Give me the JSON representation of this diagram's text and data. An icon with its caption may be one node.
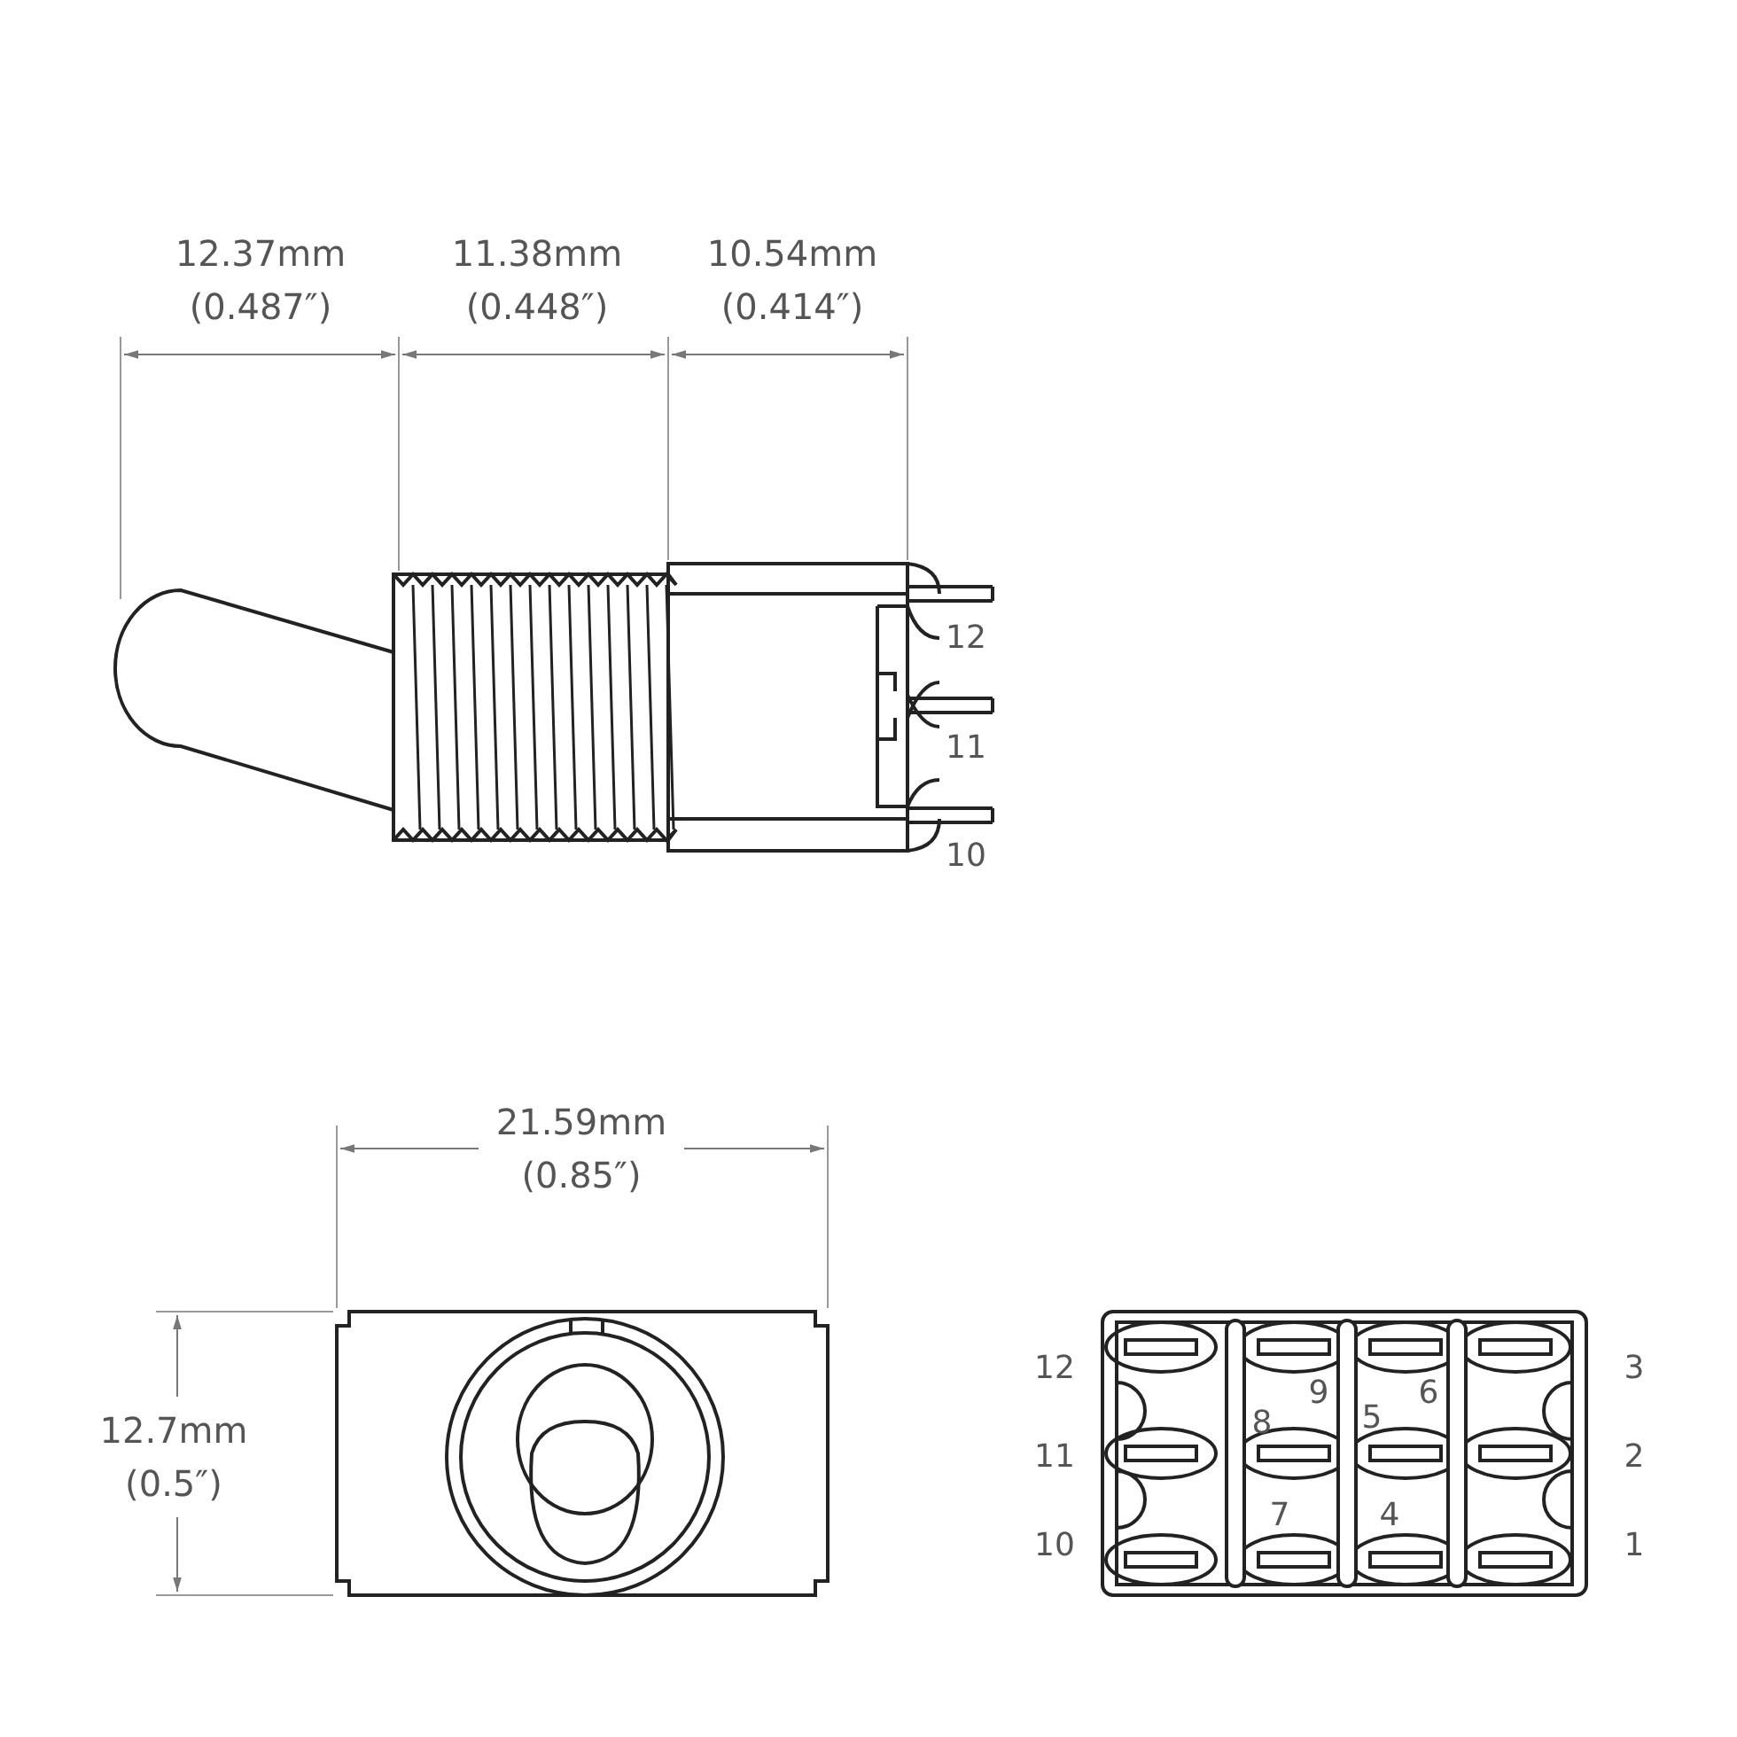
{
  "diagram": {
    "labels": [
      "12.37mm (0.487″)",
      "11.38mm (0.448″)",
      "10.54mm (0.414″)",
      "12",
      "11",
      "10",
      "21.59mm (0.85″)",
      "12",
      "3",
      "9",
      "6",
      "8",
      "5",
      "12.7mm (0.5″)",
      "11",
      "2",
      "7",
      "4",
      "10",
      "1"
    ]
  }
}
